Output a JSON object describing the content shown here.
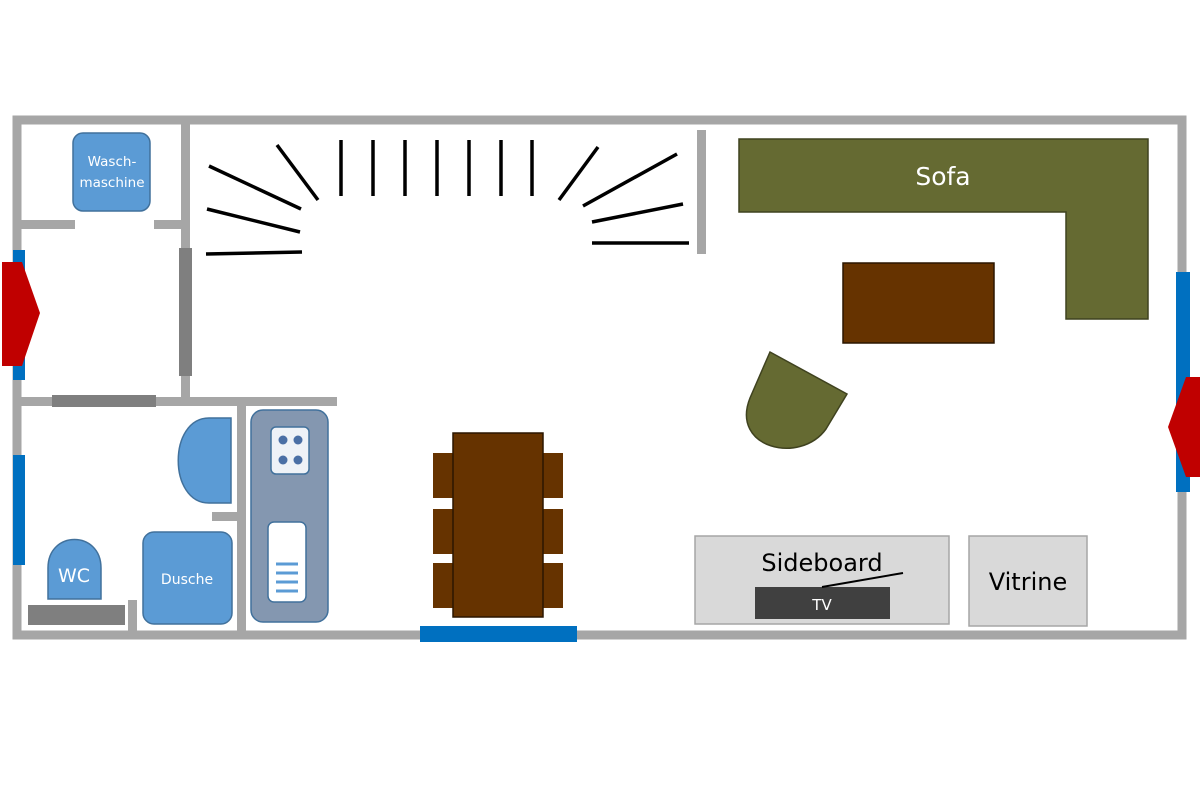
{
  "colors": {
    "wall": "#a6a6a6",
    "wall_dark": "#7f7f7f",
    "window": "#0070c0",
    "door_arrow": "#c00000",
    "blue_fixture": "#5b9bd5",
    "blue_fixture_border": "#41719c",
    "kitchen_counter": "#8497b0",
    "olive": "#656a32",
    "brown": "#663300",
    "sideboard": "#d9d9d9",
    "tv": "#404040",
    "stairs": "#000000"
  },
  "labels": {
    "washing_machine_line1": "Wasch-",
    "washing_machine_line2": "maschine",
    "wc": "WC",
    "shower": "Dusche",
    "sofa": "Sofa",
    "sideboard": "Sideboard",
    "tv": "TV",
    "vitrine": "Vitrine"
  }
}
